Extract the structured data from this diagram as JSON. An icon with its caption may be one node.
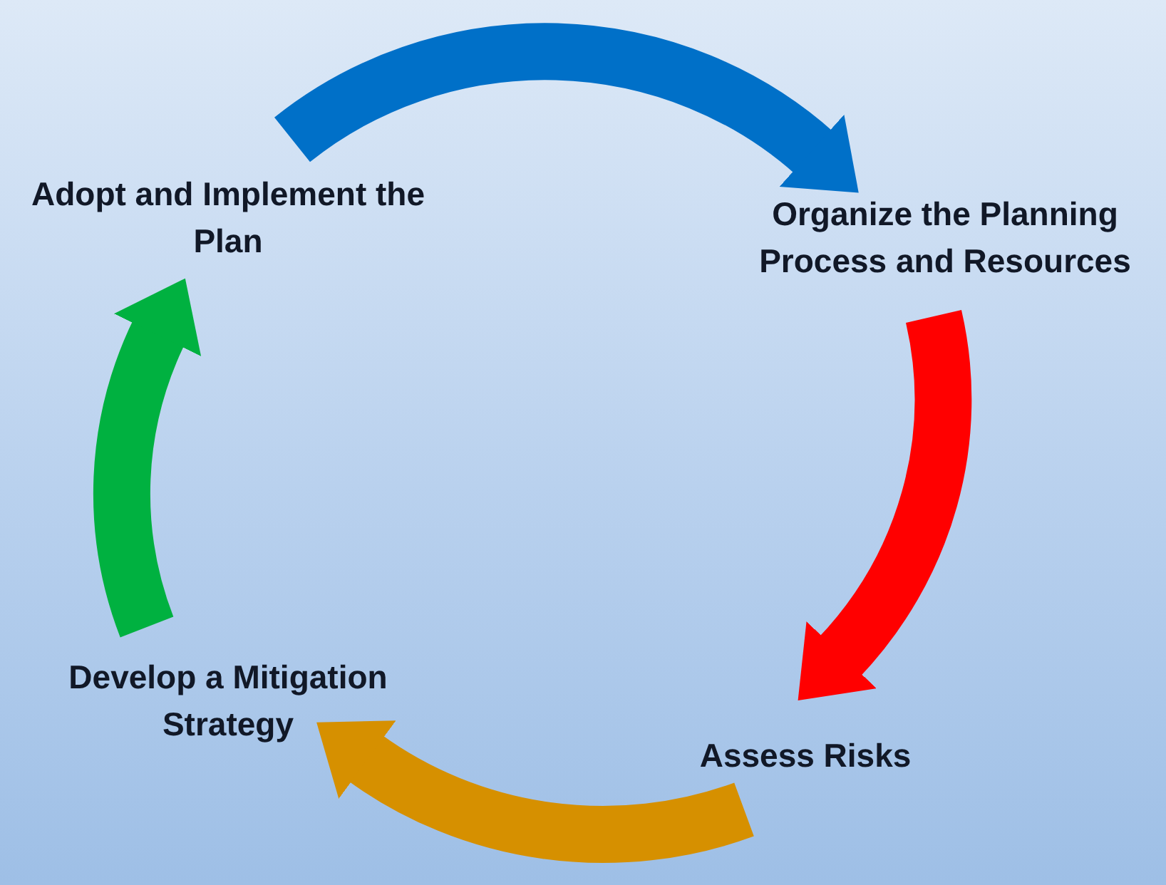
{
  "diagram": {
    "nodes": [
      {
        "text": [
          "Adopt and Implement the Plan"
        ]
      },
      {
        "text": [
          "Organize the Planning Process and Resources"
        ]
      },
      {
        "text": [
          "Assess Risks"
        ]
      },
      {
        "text": [
          "Develop a Mitigation Strategy"
        ]
      }
    ],
    "edges": [
      {
        "from": 0,
        "to": 1,
        "arrow": "to",
        "color": "#0070c8"
      },
      {
        "from": 1,
        "to": 2,
        "arrow": "to",
        "color": "#ff0000"
      },
      {
        "from": 2,
        "to": 3,
        "arrow": "to",
        "color": "#d69000"
      },
      {
        "from": 3,
        "to": 0,
        "arrow": "to",
        "color": "#00b140"
      }
    ]
  }
}
